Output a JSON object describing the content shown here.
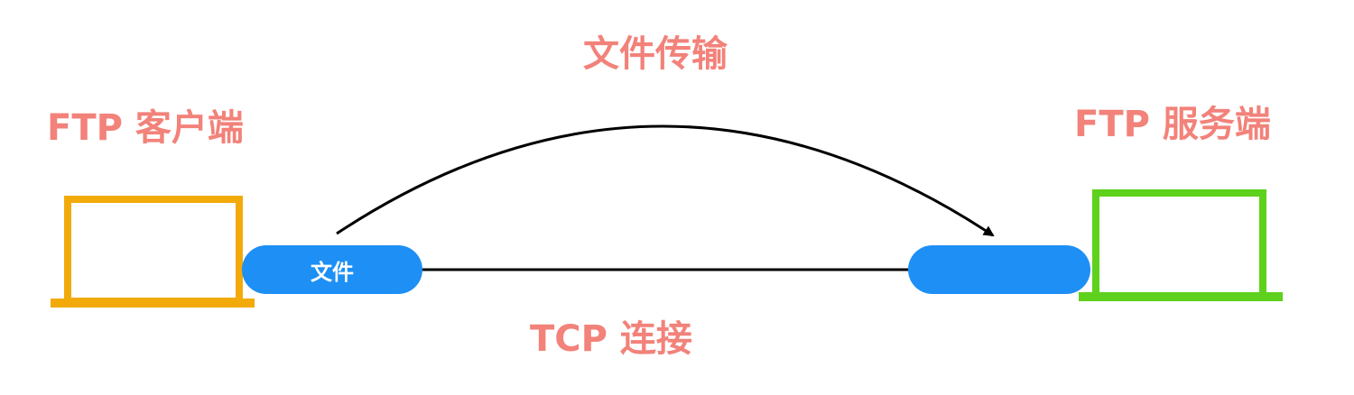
{
  "client": {
    "label": "FTP 客户端",
    "color": "#f2aa0b"
  },
  "server": {
    "label": "FTP 服务端",
    "color": "#5ed11c"
  },
  "file_transfer": {
    "label": "文件传输"
  },
  "connection": {
    "label": "TCP 连接"
  },
  "client_endpoint": {
    "label": "文件",
    "color": "#1e8ff5"
  },
  "server_endpoint": {
    "label": "",
    "color": "#1e8ff5"
  },
  "label_color": "#f2827a"
}
